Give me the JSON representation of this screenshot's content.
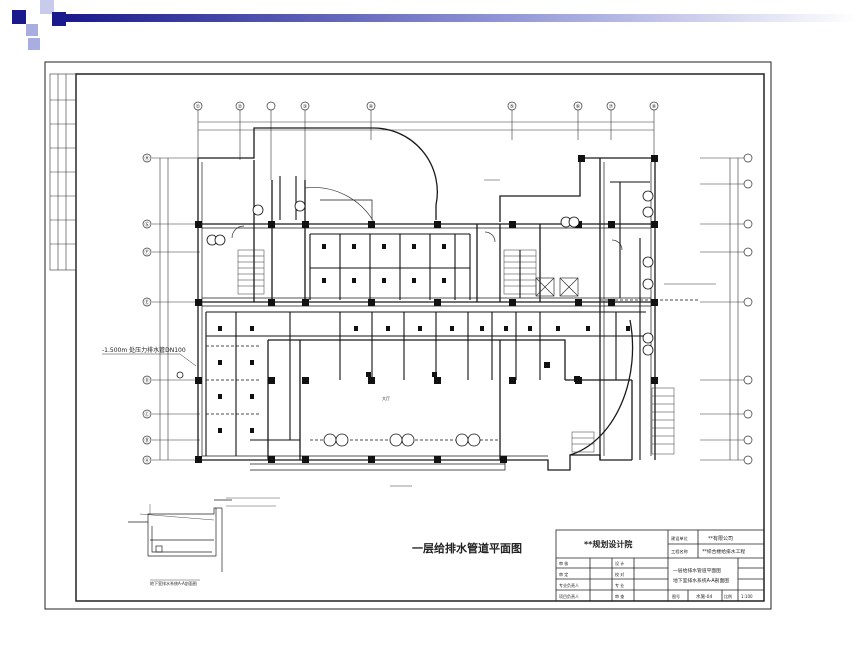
{
  "drawing": {
    "title": "一层给排水管道平面图",
    "title_block": {
      "institute": "**规划设计院",
      "client_label": "建设单位",
      "client_value": "**有限公司",
      "project_label": "工程名称",
      "project_value": "**综合楼给排水工程",
      "drawing_name_line1": "一层给排水管道平面图",
      "drawing_name_line2": "地下室排水系统A-A剖面图",
      "roles": [
        "项目负责人",
        "专业负责人",
        "审 定",
        "审 核"
      ],
      "sign_labels": [
        "设 计",
        "校 对",
        "专 业",
        "审 查"
      ],
      "drawing_no_label": "图号",
      "drawing_no_value": "水施-04",
      "sheet_label": "比例",
      "sheet_value": "1:100"
    },
    "note_level": "-1.500m 处压力排水管DN100",
    "section_title": "地下室排水系统A-A剖面图",
    "hall_label": "大厅",
    "axis_top": [
      "①",
      "②",
      "③",
      "④",
      "⑤",
      "⑥",
      "⑦",
      "⑧"
    ],
    "axis_left": [
      "Ⓗ",
      "Ⓖ",
      "Ⓕ",
      "Ⓔ",
      "Ⓓ",
      "Ⓒ",
      "Ⓑ",
      "Ⓐ"
    ]
  },
  "colors": {
    "slide_blue": "#1a1a8c",
    "slide_light": "#a9aee0",
    "line": "#1a1a1a"
  }
}
